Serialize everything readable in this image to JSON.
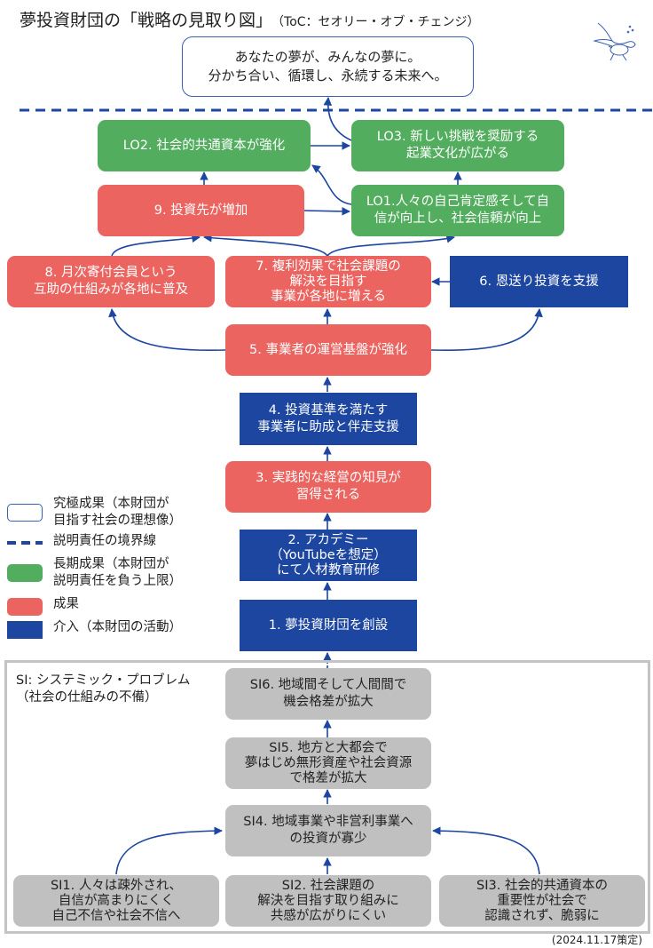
{
  "header": {
    "title": "夢投資財団の「戦略の見取り図」",
    "subtitle": "（ToC：セオリー・オブ・チェンジ）",
    "logo_icon": "sea-turtle-with-wings-icon"
  },
  "colors": {
    "long_term_outcome": "#52ad5e",
    "outcome": "#eb6460",
    "intervention": "#1d46a1",
    "systemic_problem": "#c0c0c0",
    "arrow": "#1d46a1"
  },
  "vision": {
    "text": "あなたの夢が、みんなの夢に。\n分かち合い、循環し、永続する未来へ。"
  },
  "long_term_outcomes": {
    "lo1": "LO1.人々の自己肯定感そして自\n信が向上し、社会信頼が向上",
    "lo2": "LO2. 社会的共通資本が強化",
    "lo3": "LO3. 新しい挑戦を奨励する\n起業文化が広がる"
  },
  "nodes": {
    "n1": "1. 夢投資財団を創設",
    "n2": "2. アカデミー\n（YouTubeを想定）\nにて人材教育研修",
    "n3": "3. 実践的な経営の知見が\n習得される",
    "n4": "4. 投資基準を満たす\n事業者に助成と伴走支援",
    "n5": "5. 事業者の運営基盤が強化",
    "n6": "6. 恩送り投資を支援",
    "n7": "7. 複利効果で社会課題の\n解決を目指す\n事業が各地に増える",
    "n8": "8. 月次寄付会員という\n互助の仕組みが各地に普及",
    "n9": "9. 投資先が増加"
  },
  "legend": {
    "ultimate": "究極成果（本財団が\n目指す社会の理想像）",
    "boundary": "説明責任の境界線",
    "long_term": "長期成果（本財団が\n説明責任を負う上限）",
    "outcome": "成果",
    "intervention": "介入（本財団の活動）"
  },
  "systemic": {
    "label": "SI: システミック・プロブレム\n（社会の仕組みの不備）",
    "si1": "SI1. 人々は疎外され、\n自信が高まりにくく\n自己不信や社会不信へ",
    "si2": "SI2. 社会課題の\n解決を目指す取り組みに\n共感が広がりにくい",
    "si3": "SI3. 社会的共通資本の\n重要性が社会で\n認識されず、脆弱に",
    "si4": "SI4. 地域事業や非営利事業へ\nの投資が寡少",
    "si5": "SI5. 地方と大都会で\n夢はじめ無形資産や社会資源\nで格差が拡大",
    "si6": "SI6. 地域間そして人間間で\n機会格差が拡大"
  },
  "footer": {
    "date": "(2024.11.17策定)"
  }
}
